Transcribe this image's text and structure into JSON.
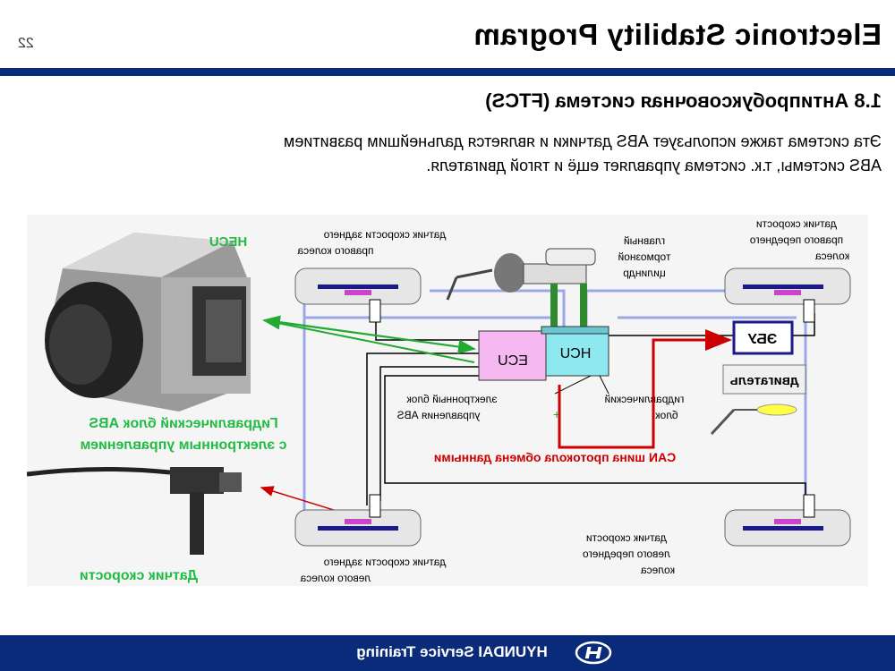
{
  "header": {
    "title": "Electronic Stability Program",
    "page_number": "22"
  },
  "section": {
    "heading": "1.8 Антипробуксовочная система (FTCS)",
    "body_line1": "Эта система также использует ABS датчики и является дальнейшим развитием",
    "body_line2": "ABS системы, т.к. система управляет ещё и тягой двигателя."
  },
  "diagram": {
    "hecu_label": "HECU",
    "hydraulic_block_abs_line1": "Гидравлический блок ABS",
    "hydraulic_block_abs_line2": "с электронным управлением",
    "speed_sensor_label": "Датчик скорости",
    "rear_right_sensor_line1": "датчик скорости заднего",
    "rear_right_sensor_line2": "правого колеса",
    "front_right_sensor_line1": "датчик скорости",
    "front_right_sensor_line2": "правого переднего",
    "front_right_sensor_line3": "колеса",
    "master_cyl_line1": "главный",
    "master_cyl_line2": "тормозной",
    "master_cyl_line3": "цилиндр",
    "ecu_label": "ECU",
    "hcu_label": "HCU",
    "ecu_block_line1": "электронный блок",
    "ecu_block_line2": "управления ABS",
    "hydraulic_block_line1": "гидравлический",
    "hydraulic_block_line2": "блок",
    "ecm_label": "ЭБУ",
    "engine_label": "двигатель",
    "can_label": "CAN шина протокола обмена данными",
    "rear_left_sensor_line1": "датчик скорости заднего",
    "rear_left_sensor_line2": "левого колеса",
    "front_left_sensor_line1": "датчик скорости",
    "front_left_sensor_line2": "левого переднего",
    "front_left_sensor_line3": "колеса",
    "plus_sign": "+"
  },
  "footer": {
    "text": "HYUNDAI Service Training",
    "logo_icon": "hyundai-logo-icon"
  },
  "colors": {
    "navy": "#0a2a7a",
    "green_label": "#22bb44",
    "can_red": "#cc0000",
    "brake_line": "#9aa8e8",
    "ecu_pink": "#f5b8f0",
    "hcu_cyan": "#8ee8f0"
  }
}
